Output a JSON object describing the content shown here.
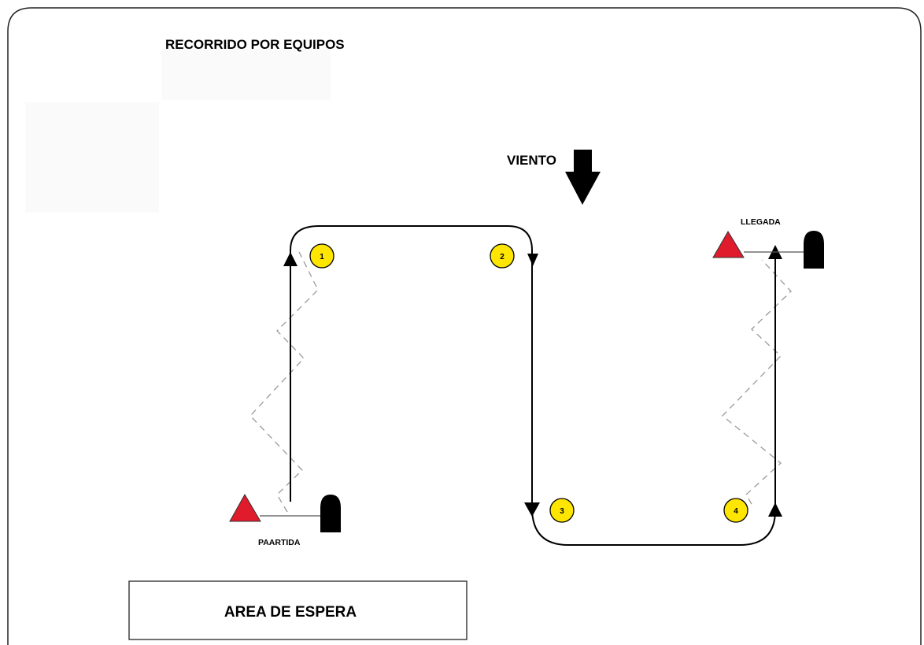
{
  "title": "RECORRIDO POR EQUIPOS",
  "wind": {
    "label": "VIENTO",
    "icon": "down-arrow-icon"
  },
  "start": {
    "label": "PAARTIDA"
  },
  "finish": {
    "label": "LLEGADA"
  },
  "waiting_area": {
    "label": "AREA DE ESPERA"
  },
  "marks": [
    {
      "number": "1"
    },
    {
      "number": "2"
    },
    {
      "number": "3"
    },
    {
      "number": "4"
    }
  ],
  "colors": {
    "mark_fill": "#ffe600",
    "committee_triangle": "#e01b2c",
    "boat": "#000000",
    "tack_line": "#9a9a9a"
  }
}
